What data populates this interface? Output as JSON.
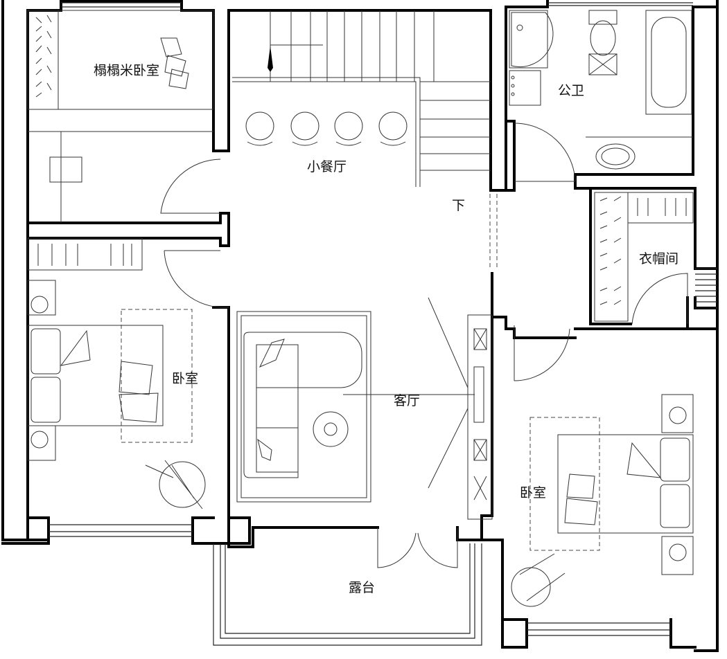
{
  "rooms": {
    "tatami_bedroom": "榻榻米卧室",
    "small_dining": "小餐厅",
    "bathroom": "公卫",
    "down_stairs": "下",
    "cloakroom": "衣帽间",
    "bedroom_left": "卧室",
    "living_room": "客厅",
    "bedroom_right": "卧室",
    "terrace": "露台"
  }
}
